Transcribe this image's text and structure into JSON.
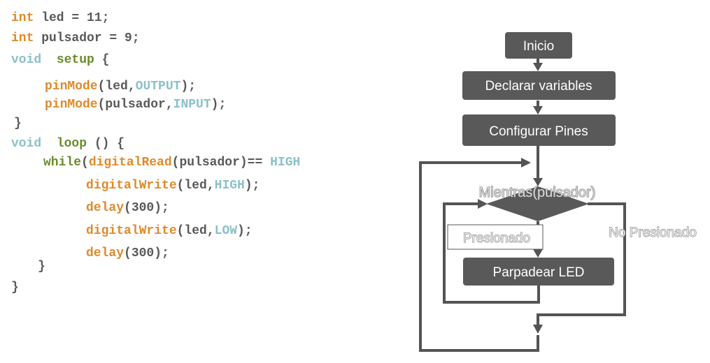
{
  "code": {
    "l1": {
      "type": "int",
      "rest": " led = 11;"
    },
    "l2": {
      "type": "int",
      "rest": " pulsador = 9;"
    },
    "l3": {
      "kw": "void",
      "name": "setup",
      "rest": " {"
    },
    "l4": {
      "fn": "pinMode",
      "open": "(led,",
      "const": "OUTPUT",
      "close": ");"
    },
    "l5": {
      "fn": "pinMode",
      "open": "(pulsador,",
      "const": "INPUT",
      "close": ");"
    },
    "l6": {
      "text": "}"
    },
    "l7": {
      "kw": "void",
      "name": "loop",
      "rest": " () {"
    },
    "l8": {
      "kw": "while",
      "p1": "(",
      "fn": "digitalRead",
      "mid": "(pulsador)== ",
      "const": "HIGH"
    },
    "l9": {
      "fn": "digitalWrite",
      "open": "(led,",
      "const": "HIGH",
      "close": ");"
    },
    "l10": {
      "fn": "delay",
      "rest": "(300);"
    },
    "l11": {
      "fn": "digitalWrite",
      "open": "(led,",
      "const": "LOW",
      "close": ");"
    },
    "l12": {
      "fn": "delay",
      "rest": "(300);"
    },
    "l13": {
      "text": "}"
    },
    "l14": {
      "text": "}"
    }
  },
  "flowchart": {
    "start": "Inicio",
    "declare": "Declarar variables",
    "configure": "Configurar Pines",
    "decision": "Mientras(pulsador)",
    "yes_label": "Presionado",
    "no_label": "No Presionado",
    "action": "Parpadear LED"
  },
  "colors": {
    "box": "#595959",
    "line": "#545454"
  }
}
